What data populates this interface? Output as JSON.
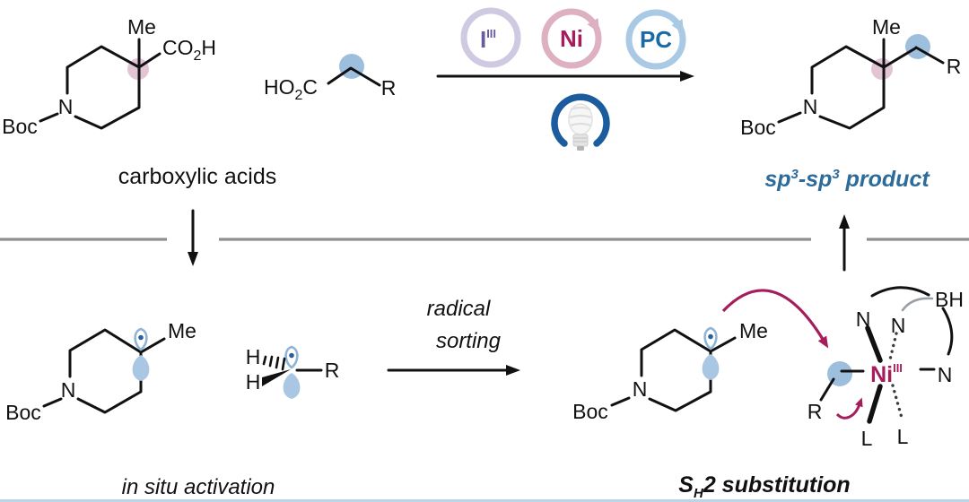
{
  "atoms": {
    "me": "Me",
    "boc": "Boc",
    "n": "N",
    "r": "R",
    "h": "H",
    "l": "L",
    "bh": "BH",
    "co": "CO",
    "two": "2",
    "hy": "H",
    "ho": "HO",
    "c": "C"
  },
  "catalysts": {
    "iodine_symbol": "I",
    "iodine_oxidation": "III",
    "nickel_symbol": "Ni",
    "photocatalyst_symbol": "PC"
  },
  "nickel_complex": {
    "metal": "Ni",
    "oxidation": "III"
  },
  "labels": {
    "carboxylic_acids": "carboxylic acids",
    "in_situ_activation": "in situ activation",
    "radical_sorting_1": "radical",
    "radical_sorting_2": "sorting",
    "product_sp1": "sp",
    "product_sup1": "3",
    "product_sp2": "-sp",
    "product_sup2": "3",
    "product_rest": " product",
    "sh2_s": "S",
    "sh2_sub": "H",
    "sh2_rest": "2 substitution"
  },
  "colors": {
    "bond_black": "#111111",
    "magenta": "#a51d5c",
    "purple": "#6a5aa0",
    "lavender_ring": "#cfc9e2",
    "pink_ring": "#ddb0c2",
    "blue_text": "#1a6aa8",
    "blue_ring": "#a9c9e5",
    "product_blue": "#2d6b9a",
    "orbital_fill": "#a9c6e2",
    "orbital_stroke": "#8fb4d6",
    "radical_dot": "#2b5f96",
    "highlight_blue": "#9dbfdd",
    "highlight_pink": "#c48caa",
    "divider_gray": "#8f8f8f",
    "gray_atom": "#9aa0a6",
    "bulb_arc_blue": "#1a5c9e",
    "bottom_strip": "#b9d5e6"
  }
}
